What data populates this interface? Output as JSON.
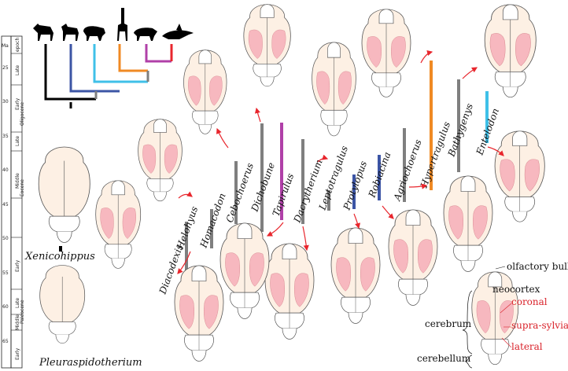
{
  "time_axis": {
    "header": "Ma",
    "ticks": [
      "25",
      "30",
      "35",
      "40",
      "45",
      "50",
      "55",
      "60",
      "65"
    ],
    "epoch_header": "epoch",
    "epochs": [
      "Late",
      "Early",
      "Oligocene",
      "Late",
      "Middle",
      "Eocene",
      "Early",
      "Late",
      "Middle",
      "Paleocene",
      "Early"
    ]
  },
  "genera": {
    "xenicohippus": "Xenicohippus",
    "pleuraspidotherium": "Pleuraspidotherium",
    "diacodexis": "Diacodexis",
    "helohyus": "Helohyus",
    "homacodon": "Homacodon",
    "cebochoerus": "Cebochoerus",
    "dichobune": "Dichobune",
    "tapirulus": "Tapirulus",
    "dacrytherium": "Dacrytherium",
    "leptotragulus": "Leptotragulus",
    "protylopus": "Protylopus",
    "robiacina": "Robiacina",
    "agriochoerus": "Agriochoerus",
    "hypertragulus": "Hypertragulus",
    "bathygenys": "Bathygenys",
    "entelodon": "Entelodon"
  },
  "anatomy": {
    "olfactory": "olfactory bulbs",
    "neocortex": "neocortex",
    "coronal": "coronal",
    "cerebrum": "cerebrum",
    "suprasylvia": "supra-sylvia",
    "lateral": "lateral",
    "cerebellum": "cerebellum"
  },
  "silhouettes": [
    "horse-icon",
    "camel-icon",
    "pig-icon",
    "giraffe-icon",
    "tapir-icon",
    "orca-icon"
  ],
  "colors": {
    "gray": "#7f7f7f",
    "purple": "#b040a8",
    "blue": "#3c55a5",
    "orange": "#f08a24",
    "cyan": "#3fc0e8",
    "red": "#e8262d",
    "brain_fill": "#fdf0e4",
    "neocortex": "#f7b8bf"
  }
}
